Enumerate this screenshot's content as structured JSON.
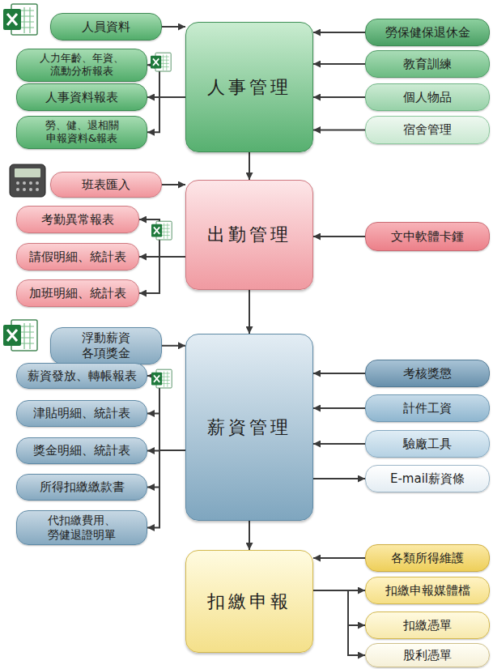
{
  "diagram": {
    "nodes": [
      {
        "text": [
          "人員資料"
        ]
      },
      {
        "text": [
          "人力年齡、年資、 流動分析報表"
        ]
      },
      {
        "text": [
          "人事資料報表"
        ]
      },
      {
        "text": [
          "勞、健、退相關 申報資料&報表"
        ]
      },
      {
        "text": [
          "人事管理"
        ]
      },
      {
        "text": [
          "勞保健保退休金"
        ]
      },
      {
        "text": [
          "教育訓練"
        ]
      },
      {
        "text": [
          "個人物品"
        ]
      },
      {
        "text": [
          "宿舍管理"
        ]
      },
      {
        "text": [
          "班表匯入"
        ]
      },
      {
        "text": [
          "考勤異常報表"
        ]
      },
      {
        "text": [
          "請假明細、統計表"
        ]
      },
      {
        "text": [
          "加班明細、統計表"
        ]
      },
      {
        "text": [
          "出勤管理"
        ]
      },
      {
        "text": [
          "文中軟體卡鍾"
        ]
      },
      {
        "text": [
          "浮動薪資 各項獎金"
        ]
      },
      {
        "text": [
          "薪資發放、轉帳報表"
        ]
      },
      {
        "text": [
          "津貼明細、統計表"
        ]
      },
      {
        "text": [
          "獎金明細、統計表"
        ]
      },
      {
        "text": [
          "所得扣繳繳款書"
        ]
      },
      {
        "text": [
          "代扣繳費用、 勞健退證明單"
        ]
      },
      {
        "text": [
          "薪資管理"
        ]
      },
      {
        "text": [
          "考核獎懲"
        ]
      },
      {
        "text": [
          "計件工資"
        ]
      },
      {
        "text": [
          "驗廠工具"
        ]
      },
      {
        "text": [
          "E-mail薪資條"
        ]
      },
      {
        "text": [
          "扣繳申報"
        ]
      },
      {
        "text": [
          "各類所得維護"
        ]
      },
      {
        "text": [
          "扣繳申報媒體檔"
        ]
      },
      {
        "text": [
          "扣繳憑單"
        ]
      },
      {
        "text": [
          "股利憑單"
        ]
      }
    ],
    "edges": [
      {
        "from": 0,
        "to": 4,
        "arrow": "to"
      },
      {
        "from": 4,
        "to": 1,
        "arrow": "to"
      },
      {
        "from": 4,
        "to": 2,
        "arrow": "to"
      },
      {
        "from": 4,
        "to": 3,
        "arrow": "to"
      },
      {
        "from": 5,
        "to": 4,
        "arrow": "to"
      },
      {
        "from": 6,
        "to": 4,
        "arrow": "to"
      },
      {
        "from": 7,
        "to": 4,
        "arrow": "to"
      },
      {
        "from": 8,
        "to": 4,
        "arrow": "to"
      },
      {
        "from": 4,
        "to": 13,
        "arrow": "to"
      },
      {
        "from": 9,
        "to": 13,
        "arrow": "to"
      },
      {
        "from": 13,
        "to": 10,
        "arrow": "to"
      },
      {
        "from": 13,
        "to": 11,
        "arrow": "to"
      },
      {
        "from": 13,
        "to": 12,
        "arrow": "to"
      },
      {
        "from": 14,
        "to": 13,
        "arrow": "to"
      },
      {
        "from": 13,
        "to": 21,
        "arrow": "to"
      },
      {
        "from": 15,
        "to": 21,
        "arrow": "to"
      },
      {
        "from": 21,
        "to": 16,
        "arrow": "to"
      },
      {
        "from": 21,
        "to": 17,
        "arrow": "to"
      },
      {
        "from": 21,
        "to": 18,
        "arrow": "to"
      },
      {
        "from": 21,
        "to": 19,
        "arrow": "to"
      },
      {
        "from": 21,
        "to": 20,
        "arrow": "to"
      },
      {
        "from": 22,
        "to": 21,
        "arrow": "to"
      },
      {
        "from": 23,
        "to": 21,
        "arrow": "to"
      },
      {
        "from": 24,
        "to": 21,
        "arrow": "to"
      },
      {
        "from": 21,
        "to": 25,
        "arrow": "to"
      },
      {
        "from": 21,
        "to": 26,
        "arrow": "to"
      },
      {
        "from": 27,
        "to": 26,
        "arrow": "to"
      },
      {
        "from": 26,
        "to": 28,
        "arrow": "to"
      },
      {
        "from": 26,
        "to": 29,
        "arrow": "to"
      },
      {
        "from": 26,
        "to": 30,
        "arrow": "to"
      }
    ]
  }
}
